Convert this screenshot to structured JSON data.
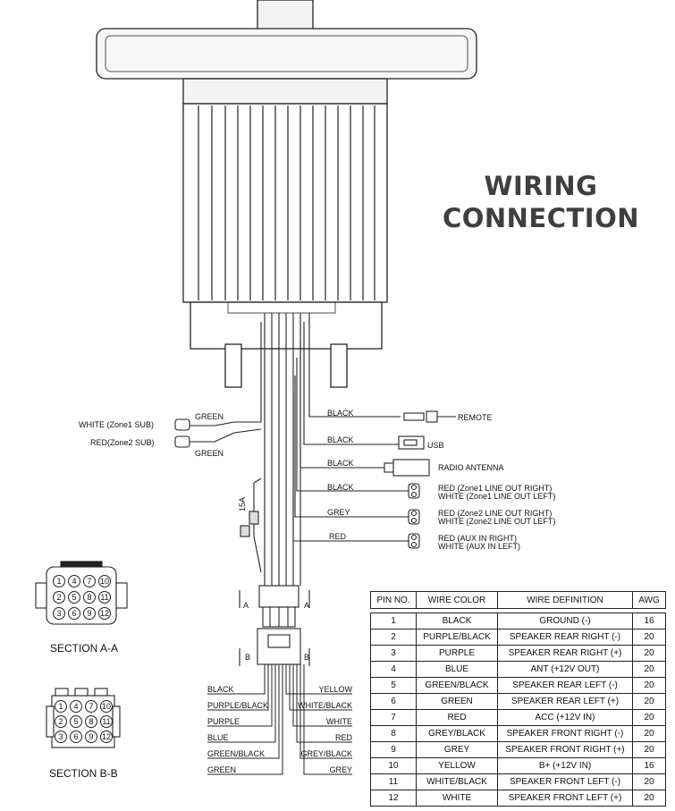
{
  "title": {
    "line1": "WIRING",
    "line2": "CONNECTION"
  },
  "harness_labels": {
    "white_zone1_sub": "WHITE (Zone1 SUB)",
    "red_zone2_sub": "RED(Zone2 SUB)",
    "green_top": "GREEN",
    "green_bottom": "GREEN",
    "black_remote": "BLACK",
    "remote": "REMOTE",
    "black_usb": "BLACK",
    "usb": "USB",
    "black_antenna": "BLACK",
    "radio_antenna": "RADIO ANTENNA",
    "black_zone1": "BLACK",
    "zone1_right": "RED (Zone1 LINE OUT RIGHT)",
    "zone1_left": "WHITE (Zone1 LINE OUT LEFT)",
    "grey_zone2": "GREY",
    "zone2_right": "RED (Zone2 LINE OUT RIGHT)",
    "zone2_left": "WHITE (Zone2  LINE OUT LEFT)",
    "red_aux": "RED",
    "aux_right": "RED (AUX IN RIGHT)",
    "aux_left": "WHITE (AUX IN LEFT)",
    "fuse": "15A",
    "a_left": "A",
    "a_right": "A",
    "b_left": "B",
    "b_right": "B"
  },
  "speaker_wires_left": [
    "BLACK",
    "PURPLE/BLACK",
    "PURPLE",
    "BLUE",
    "GREEN/BLACK",
    "GREEN"
  ],
  "speaker_wires_right": [
    "YELLOW",
    "WHITE/BLACK",
    "WHITE",
    "RED",
    "GREY/BLACK",
    "GREY"
  ],
  "sections": {
    "a": "SECTION A-A",
    "b": "SECTION B-B"
  },
  "section_a_pins": [
    "1",
    "4",
    "7",
    "10",
    "2",
    "5",
    "8",
    "11",
    "3",
    "6",
    "9",
    "12"
  ],
  "section_b_pins": [
    "1",
    "4",
    "7",
    "10",
    "2",
    "5",
    "8",
    "11",
    "3",
    "6",
    "9",
    "12"
  ],
  "pin_table": {
    "headers": [
      "PIN NO.",
      "WIRE COLOR",
      "WIRE DEFINITION",
      "AWG"
    ],
    "rows": [
      [
        "1",
        "BLACK",
        "GROUND (-)",
        "16"
      ],
      [
        "2",
        "PURPLE/BLACK",
        "SPEAKER REAR RIGHT (-)",
        "20"
      ],
      [
        "3",
        "PURPLE",
        "SPEAKER REAR RIGHT (+)",
        "20"
      ],
      [
        "4",
        "BLUE",
        "ANT  (+12V OUT)",
        "20"
      ],
      [
        "5",
        "GREEN/BLACK",
        "SPEAKER REAR LEFT (-)",
        "20"
      ],
      [
        "6",
        "GREEN",
        "SPEAKER REAR LEFT (+)",
        "20"
      ],
      [
        "7",
        "RED",
        "ACC  (+12V IN)",
        "20"
      ],
      [
        "8",
        "GREY/BLACK",
        "SPEAKER FRONT RIGHT (-)",
        "20"
      ],
      [
        "9",
        "GREY",
        "SPEAKER FRONT RIGHT (+)",
        "20"
      ],
      [
        "10",
        "YELLOW",
        "B+  (+12V IN)",
        "16"
      ],
      [
        "11",
        "WHITE/BLACK",
        "SPEAKER FRONT LEFT (-)",
        "20"
      ],
      [
        "12",
        "WHITE",
        "SPEAKER FRONT LEFT (+)",
        "20"
      ]
    ]
  }
}
